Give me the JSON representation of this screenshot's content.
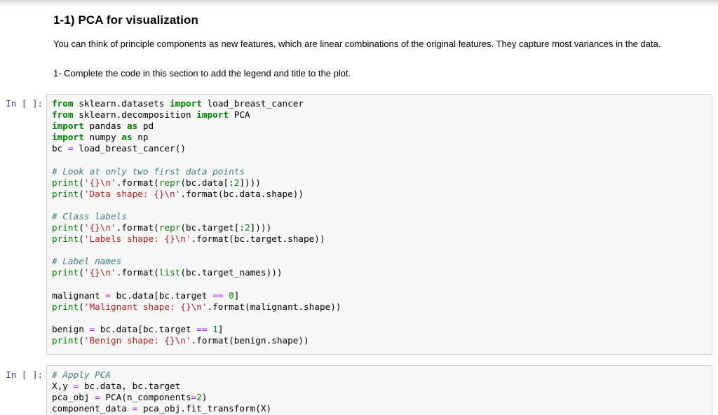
{
  "markdown": {
    "title": "1-1) PCA for visualization",
    "para1": "You can think of principle components as new features, which are linear combinations of the original features. They capture most variances in the data.",
    "para2": "1- Complete the code in this section to add the legend and title to the plot."
  },
  "colors": {
    "prompt": "#303F9F",
    "cell_background": "#f7f7f7",
    "cell_border": "#cfcfcf",
    "keyword": "#008000",
    "builtin": "#008000",
    "string": "#BA2121",
    "comment": "#408080",
    "operator": "#AA22FF",
    "number": "#008800",
    "plain": "#000000"
  },
  "cells": [
    {
      "prompt": "In [ ]:",
      "lines": [
        [
          [
            "k",
            "from"
          ],
          [
            "p",
            " sklearn.datasets "
          ],
          [
            "k",
            "import"
          ],
          [
            "p",
            " load_breast_cancer"
          ]
        ],
        [
          [
            "k",
            "from"
          ],
          [
            "p",
            " sklearn.decomposition "
          ],
          [
            "k",
            "import"
          ],
          [
            "p",
            " PCA"
          ]
        ],
        [
          [
            "k",
            "import"
          ],
          [
            "p",
            " pandas "
          ],
          [
            "k",
            "as"
          ],
          [
            "p",
            " pd"
          ]
        ],
        [
          [
            "k",
            "import"
          ],
          [
            "p",
            " numpy "
          ],
          [
            "k",
            "as"
          ],
          [
            "p",
            " np"
          ]
        ],
        [
          [
            "p",
            "bc "
          ],
          [
            "o",
            "="
          ],
          [
            "p",
            " load_breast_cancer()"
          ]
        ],
        [],
        [
          [
            "c",
            "# Look at only two first data points"
          ]
        ],
        [
          [
            "b",
            "print"
          ],
          [
            "p",
            "("
          ],
          [
            "s",
            "'{}\\n'"
          ],
          [
            "p",
            ".format("
          ],
          [
            "b",
            "repr"
          ],
          [
            "p",
            "(bc.data[:"
          ],
          [
            "n",
            "2"
          ],
          [
            "p",
            "])))"
          ]
        ],
        [
          [
            "b",
            "print"
          ],
          [
            "p",
            "("
          ],
          [
            "s",
            "'Data shape: {}\\n'"
          ],
          [
            "p",
            ".format(bc.data.shape))"
          ]
        ],
        [],
        [
          [
            "c",
            "# Class labels"
          ]
        ],
        [
          [
            "b",
            "print"
          ],
          [
            "p",
            "("
          ],
          [
            "s",
            "'{}\\n'"
          ],
          [
            "p",
            ".format("
          ],
          [
            "b",
            "repr"
          ],
          [
            "p",
            "(bc.target[:"
          ],
          [
            "n",
            "2"
          ],
          [
            "p",
            "])))"
          ]
        ],
        [
          [
            "b",
            "print"
          ],
          [
            "p",
            "("
          ],
          [
            "s",
            "'Labels shape: {}\\n'"
          ],
          [
            "p",
            ".format(bc.target.shape))"
          ]
        ],
        [],
        [
          [
            "c",
            "# Label names"
          ]
        ],
        [
          [
            "b",
            "print"
          ],
          [
            "p",
            "("
          ],
          [
            "s",
            "'{}\\n'"
          ],
          [
            "p",
            ".format("
          ],
          [
            "b",
            "list"
          ],
          [
            "p",
            "(bc.target_names)))"
          ]
        ],
        [],
        [
          [
            "p",
            "malignant "
          ],
          [
            "o",
            "="
          ],
          [
            "p",
            " bc.data[bc.target "
          ],
          [
            "o",
            "=="
          ],
          [
            "p",
            " "
          ],
          [
            "n",
            "0"
          ],
          [
            "p",
            "]"
          ]
        ],
        [
          [
            "b",
            "print"
          ],
          [
            "p",
            "("
          ],
          [
            "s",
            "'Malignant shape: {}\\n'"
          ],
          [
            "p",
            ".format(malignant.shape))"
          ]
        ],
        [],
        [
          [
            "p",
            "benign "
          ],
          [
            "o",
            "="
          ],
          [
            "p",
            " bc.data[bc.target "
          ],
          [
            "o",
            "=="
          ],
          [
            "p",
            " "
          ],
          [
            "n",
            "1"
          ],
          [
            "p",
            "]"
          ]
        ],
        [
          [
            "b",
            "print"
          ],
          [
            "p",
            "("
          ],
          [
            "s",
            "'Benign shape: {}\\n'"
          ],
          [
            "p",
            ".format(benign.shape))"
          ]
        ]
      ]
    },
    {
      "prompt": "In [ ]:",
      "lines": [
        [
          [
            "c",
            "# Apply PCA"
          ]
        ],
        [
          [
            "p",
            "X,y "
          ],
          [
            "o",
            "="
          ],
          [
            "p",
            " bc.data, bc.target"
          ]
        ],
        [
          [
            "p",
            "pca_obj "
          ],
          [
            "o",
            "="
          ],
          [
            "p",
            " PCA(n_components"
          ],
          [
            "o",
            "="
          ],
          [
            "n",
            "2"
          ],
          [
            "p",
            ")"
          ]
        ],
        [
          [
            "p",
            "component_data "
          ],
          [
            "o",
            "="
          ],
          [
            "p",
            " pca_obj.fit_transform(X)"
          ]
        ]
      ]
    }
  ]
}
